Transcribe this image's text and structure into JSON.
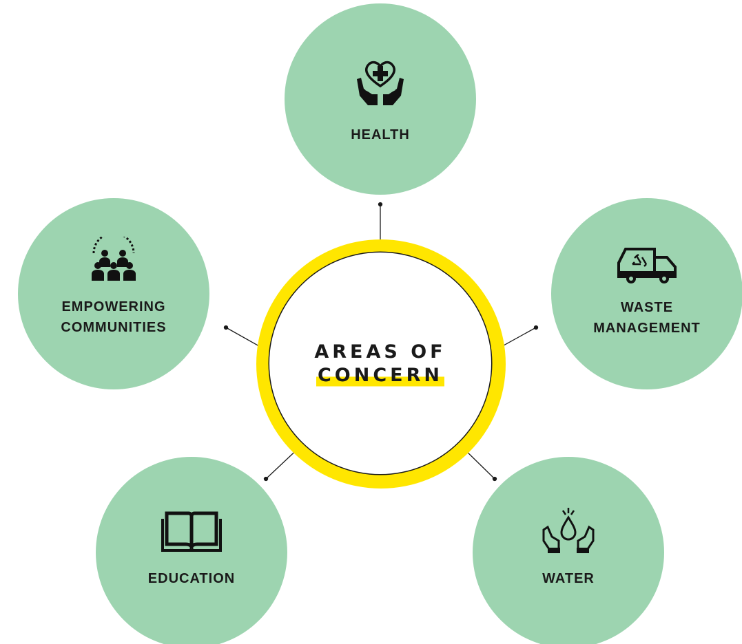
{
  "center": {
    "line1": "AREAS OF",
    "line2": "CONCERN",
    "ring_color": "#ffe600"
  },
  "node_color": "#9dd4b0",
  "nodes": {
    "health": {
      "icon": "heart-hands-icon",
      "label_lines": [
        "HEALTH"
      ]
    },
    "waste": {
      "icon": "recycling-truck-icon",
      "label_lines": [
        "WASTE",
        "MANAGEMENT"
      ]
    },
    "water": {
      "icon": "water-drop-hands-icon",
      "label_lines": [
        "WATER"
      ]
    },
    "education": {
      "icon": "open-book-icon",
      "label_lines": [
        "EDUCATION"
      ]
    },
    "empowering": {
      "icon": "community-people-icon",
      "label_lines": [
        "EMPOWERING",
        "COMMUNITIES"
      ]
    }
  }
}
